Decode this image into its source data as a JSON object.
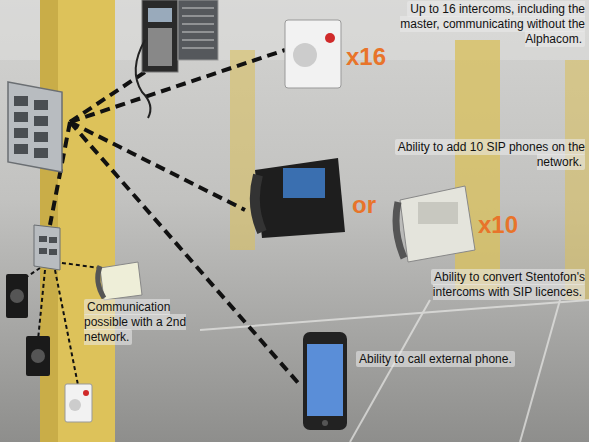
{
  "diagram": {
    "labels": [
      "Up to 16 intercoms, including the master, communicating without the Alphacom.",
      "x16",
      "Ability to add 10 SIP phones on the network.",
      "or",
      "x10",
      "Ability to convert Stentofon's intercoms with SIP licences.",
      "Communication possible with a 2nd network.",
      "Ability to call external phone."
    ]
  }
}
